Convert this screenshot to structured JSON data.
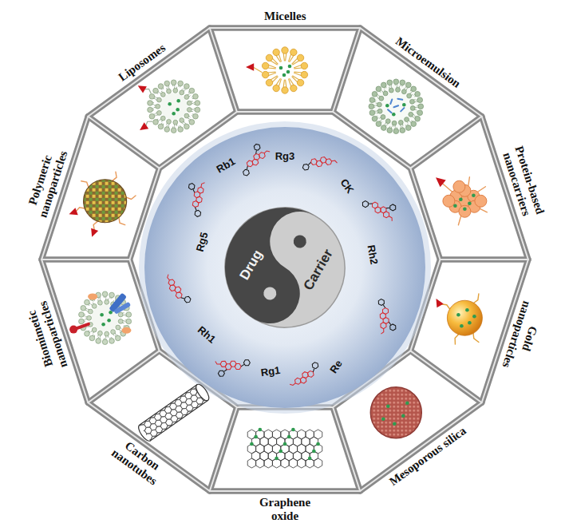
{
  "diagram": {
    "nodes": [
      {
        "text": [
          "Micelles"
        ]
      },
      {
        "text": [
          "Microemulsion"
        ]
      },
      {
        "text": [
          "Protein-based nanocarriers"
        ]
      },
      {
        "text": [
          "Gold nanoparticles"
        ]
      },
      {
        "text": [
          "Mesoporous silica"
        ]
      },
      {
        "text": [
          "Graphene oxide"
        ]
      },
      {
        "text": [
          "Carbon nanotubes"
        ]
      },
      {
        "text": [
          "Biomimetic nanoparticles"
        ]
      },
      {
        "text": [
          "Polymeric nanoparticles"
        ]
      },
      {
        "text": [
          "Liposomes"
        ]
      },
      {
        "text": [
          "Rb1",
          "Rg3",
          "CK",
          "Rh2",
          "Re",
          "Rg1",
          "Rh1",
          "Rg5"
        ]
      },
      {
        "text": [
          "Drug",
          "Carrier"
        ],
        "in": 10
      }
    ]
  }
}
